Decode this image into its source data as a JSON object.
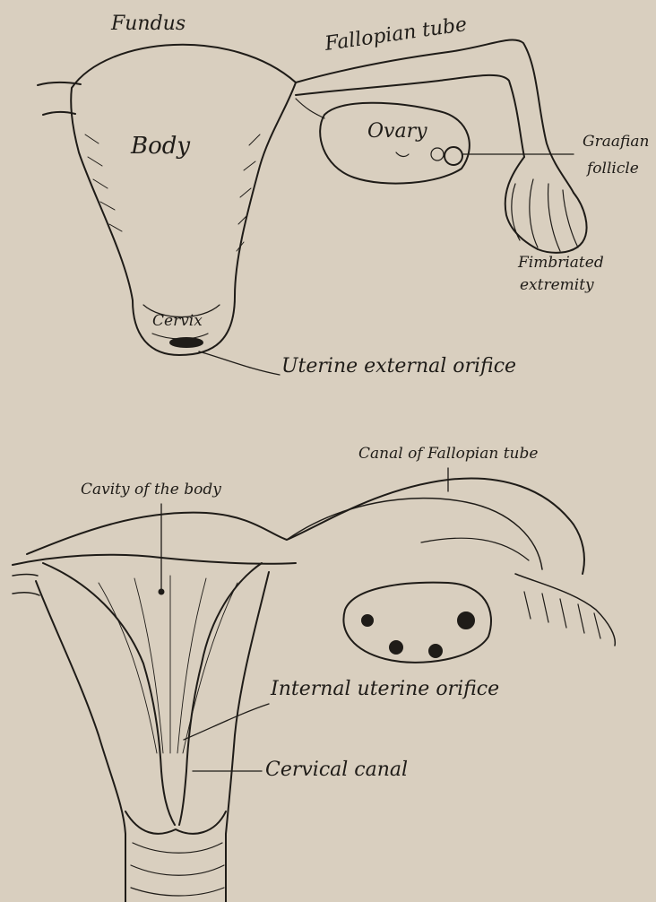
{
  "figure": {
    "top_labels": {
      "fundus": "Fundus",
      "fallopian_tube": "Fallopian tube",
      "body": "Body",
      "ovary": "Ovary",
      "graafian_line1": "Graafian",
      "graafian_line2": "follicle",
      "fimbriated_line1": "Fimbriated",
      "fimbriated_line2": "extremity",
      "cervix": "Cervix",
      "uterine_external_orifice": "Uterine external orifice"
    },
    "bottom_labels": {
      "canal_of_fallopian_tube": "Canal of Fallopian tube",
      "cavity_of_the_body": "Cavity of the body",
      "internal_uterine_orifice": "Internal uterine orifice",
      "cervical_canal": "Cervical canal"
    }
  },
  "colors": {
    "paper": "#d9cfbf",
    "ink": "#1f1c18"
  }
}
